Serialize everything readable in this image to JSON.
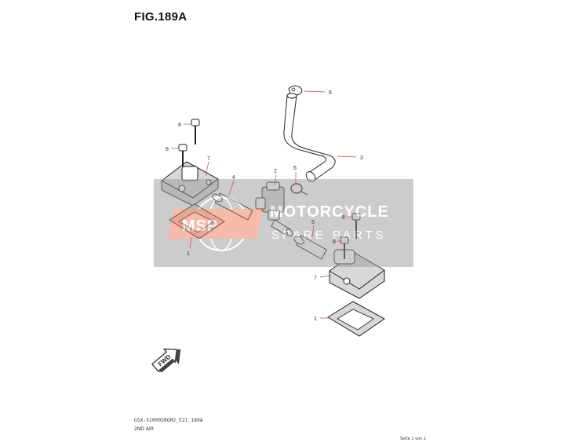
{
  "figure": {
    "title": "FIG.189A"
  },
  "footer": {
    "code": "GSX-S1000SRQM2_E21_189A",
    "section": "2ND AIR",
    "page": "Seite 1 von 2"
  },
  "watermark": {
    "logo": "MSP",
    "line1": "MOTORCYCLE",
    "line2": "SPARE PARTS"
  },
  "callouts": [
    "6",
    "3",
    "8",
    "8",
    "7",
    "4",
    "2",
    "6",
    "1",
    "5",
    "8",
    "8",
    "7",
    "1"
  ],
  "fwd_arrow": {
    "label": "FWD"
  }
}
